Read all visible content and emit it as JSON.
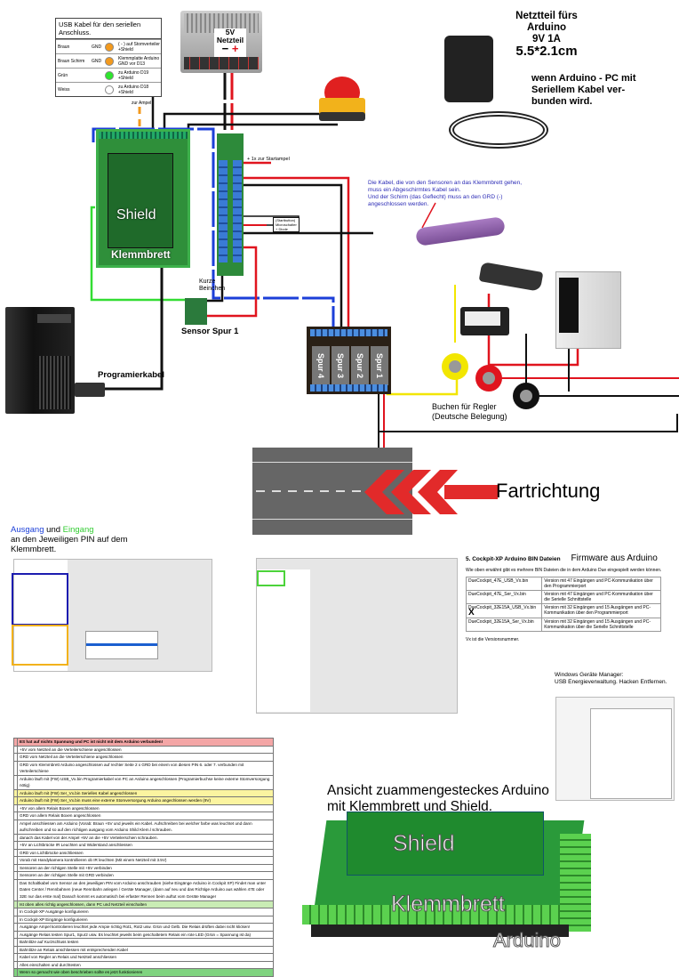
{
  "usb_table": {
    "title": "USB Kabel für den seriellen Anschluss.",
    "rows": [
      {
        "wire": "Braun",
        "gnd": "GND",
        "color": "#f39a1e",
        "desc": "( - ) auf Stomverteiler +Shield"
      },
      {
        "wire": "Braun Schirm",
        "gnd": "GND",
        "color": "#f39a1e",
        "desc": "Klemmplatte Arduino GND vor D13"
      },
      {
        "wire": "Grün",
        "gnd": "",
        "color": "#2ee52e",
        "desc": "zu Arduino D19 +Shield"
      },
      {
        "wire": "Weiss",
        "gnd": "",
        "color": "#ffffff",
        "desc": "zu Arduino D18 +Shield"
      }
    ]
  },
  "psu": {
    "label_top": "5V",
    "label_bottom": "Netzteil",
    "minus": "−",
    "plus": "+"
  },
  "arduino_psu": {
    "line1": "Netztteil fürs",
    "line2": "Arduino",
    "line3": "9V 1A",
    "plug": "5.5*2.1cm",
    "note1": "wenn Arduino - PC mit",
    "note2": "Seriellem Kabel ver-",
    "note3": "bunden wird."
  },
  "labels": {
    "zur_ampel": "zur Ampel",
    "startampel": "+ 1x zur Startampel",
    "startbutton_title": "(Startbutton)",
    "startbutton_sub1": "Microschalter",
    "startbutton_sub2": "+ Diode",
    "shield": "Shield",
    "klemmbrett": "Klemmbrett",
    "kurze1": "Kurze",
    "kurze2": "Beinchen",
    "sensor": "Sensor Spur 1",
    "programmierkabel": "Programierkabel",
    "buchen1": "Buchen für Regler",
    "buchen2": "(Deutsche Belegung)",
    "fahrtrichtung": "Fartrichtung",
    "spur": [
      "Spur 4",
      "Spur 3",
      "Spur 2",
      "Spur 1"
    ]
  },
  "cable_note": {
    "l1": "Die Kabel, die von den Sensoren an das Klemmbrett gehen,",
    "l2": "muss ein Abgeschirmtes Kabel sein.",
    "l3": "Und der Schirm (das Geflecht) muss an den GRD (-)",
    "l4": "angeschlossen werden."
  },
  "colors": {
    "wire_red": "#e0141e",
    "wire_black": "#111111",
    "wire_blue": "#1c3fd8",
    "wire_green": "#33dd33",
    "wire_yellow": "#f2e600",
    "wire_orange": "#f39a1e",
    "note_blue": "#2a2ab5",
    "arrow_red": "#e22a2a"
  },
  "ausgang": {
    "w1": "Ausgang",
    "w2": "und",
    "w3": "Eingang",
    "rest1": "an den Jeweiligen PIN auf dem",
    "rest2": "Klemmbrett."
  },
  "firmware": {
    "heading": "5. Cockpit-XP Arduino BIN Dateien",
    "heading2": "Firmware aus Arduino",
    "intro": "Wie oben erwähnt gibt es mehrere BIN Dateien die in dem Arduino Due eingespielt werden können.",
    "rows": [
      {
        "file": "DueCockpit_47E_USB_Vx.bin",
        "desc": "Version mit 47 Eingängen und PC-Kommunikation über den Programmierport",
        "mark": ""
      },
      {
        "file": "DueCockpit_47E_Ser_Vx.bin",
        "desc": "Version mit 47 Eingängen und PC-Kommunikation über die Serielle Schnittstelle",
        "mark": ""
      },
      {
        "file": "DueCockpit_32E15A_USB_Vx.bin",
        "desc": "Version mit 32 Eingängen und 15 Ausgängen und PC-Kommunikation über den Programmierport",
        "mark": "X"
      },
      {
        "file": "DueCockpit_32E15A_Ser_Vx.bin",
        "desc": "Version mit 32 Eingängen und 15 Ausgängen und PC-Kommunikation über die Serielle Schnittstelle",
        "mark": ""
      }
    ],
    "footer": "Vx ist die Versionsnummer."
  },
  "device_manager": {
    "l1": "Windows Geräte Manager:",
    "l2": "USB Energieverwaltung. Hacken Entfernen."
  },
  "checklist": [
    {
      "text": "ES hat auf nichts Spannung und PC ist nicht mit dem Arduino verbunden!",
      "bg": "#f4a6a6",
      "bold": true
    },
    {
      "text": "+5V vom Netzteil an die Verteilerschiene angeschlossen",
      "bg": "#ffffff"
    },
    {
      "text": "GRD vom Netzteil an die Verteilerschiene angeschlossen",
      "bg": "#ffffff"
    },
    {
      "text": "GRD vom Klemmbrett Arduino angeschlossen auf rechter Seite 2 x GRD bei einem von diesen PIN 6. oder 7. verbunden mit Verteilerschiene",
      "bg": "#ffffff"
    },
    {
      "text": "Arduino läuft mit (FW) USB_Vx.bin Programierkabel von PC an Arduino angeschlossen (Programierbuchse keine externe Stomversorgung nötig)",
      "bg": "#ffffff"
    },
    {
      "text": "Arduino läuft mit (FW) Ser_Vx.bin Serielles Kabel angeschlossen",
      "bg": "#fbf4a0"
    },
    {
      "text": "Arduino läuft mit (FW) Ser_Vx.bin muss eine externe Stomversorgung Arduino angechlossen werden (9V)",
      "bg": "#fbf4a0"
    },
    {
      "text": "+5V von allem Relais Boxen angeschlossen",
      "bg": "#ffffff"
    },
    {
      "text": "GRD von allem Relais Boxen angeschlossen",
      "bg": "#ffffff"
    },
    {
      "text": "Ampel anschliessen am Arduino (Vorab: Braun +5V und jeweils ein Kabel. Aufschreiben bei welcher farbe was leuchtet und dann aufschreiben und so auf den richtigen ausgang vom Arduino Shild Klem.l schrauben.",
      "bg": "#ffffff",
      "tall": true
    },
    {
      "text": "danach das Kabel von der Ampel +5V an die +5V Verteilerschien schrauben.",
      "bg": "#ffffff"
    },
    {
      "text": "+5V an Lichtbrücke IR Leuchten und Widerstand anschliessen",
      "bg": "#ffffff"
    },
    {
      "text": "GRD von Lichtbrücke anschliessen",
      "bg": "#ffffff"
    },
    {
      "text": "Vorab mit Handykamera kontrollieren ob IR leuchten (Mit einem Netzteil mit 3.5V)",
      "bg": "#ffffff"
    },
    {
      "text": "Sensoren an der richtigen Stelle mit +5V verbinden",
      "bg": "#ffffff"
    },
    {
      "text": "Sensoren an der richtigen Stelle mit GRD verbinden",
      "bg": "#ffffff"
    },
    {
      "text": "Das Schaltkabel vom Sensor an den jeweiligen PIN vom Arduino anschrauben (siehe Eingänge Arduino in Cockpit XP) Findet man unter Daten Center / Rennbahnen (neue Rennbahn anlegen / Geräte Manager, (dann auf neu und das Richtige Arduino aus wählen 47E oder 32E nur das erste mal) Danach kommt es automatisch bei erfaster Rennen beim auftut vom Geräte Manager",
      "bg": "#ffffff",
      "tall3": true
    },
    {
      "text": "Ist oben alles richtig angeschlossen, dann PC und Netzteil einschalten",
      "bg": "#c9ecb4"
    },
    {
      "text": "In Cockpit-XP Ausgänge konfigurieren",
      "bg": "#ffffff"
    },
    {
      "text": "In Cockpit-XP Eingänge konfigurieren",
      "bg": "#ffffff"
    },
    {
      "text": "Ausgänge Ampel kontrolieren leuchtet jede Ampie richtig Rot1, Rot2 usw. Grün und Gelb. Die Relais drüften dabei nicht klicken!",
      "bg": "#ffffff"
    },
    {
      "text": "Ausgänge Relais testen Spur1, Spur2 usw. Es leuchtet jeweils beim geschaltetem Relais ein rote LED (Grün = Spannung ist da)",
      "bg": "#ffffff"
    },
    {
      "text": "Bahnlitze auf Kurzschluss testen",
      "bg": "#ffffff"
    },
    {
      "text": "Bahnlitze an Relais anschliessen mit entsprechenden Kabel",
      "bg": "#ffffff"
    },
    {
      "text": "Kabel von Regler an Relais und Netzteil anschliessen",
      "bg": "#ffffff"
    },
    {
      "text": "Alles einschalten und durchtesten",
      "bg": "#ffffff"
    },
    {
      "text": "Wenn so gemacht wie oben beschrieben sollte es jetzt funktionieren",
      "bg": "#7fd37f"
    }
  ],
  "assembled": {
    "l1": "Ansicht zuammengesteckes Arduino",
    "l2": "mit Klemmbrett und Shield.",
    "shield": "Shield",
    "klemmbrett": "Klemmbrett",
    "arduino": "Arduino"
  }
}
